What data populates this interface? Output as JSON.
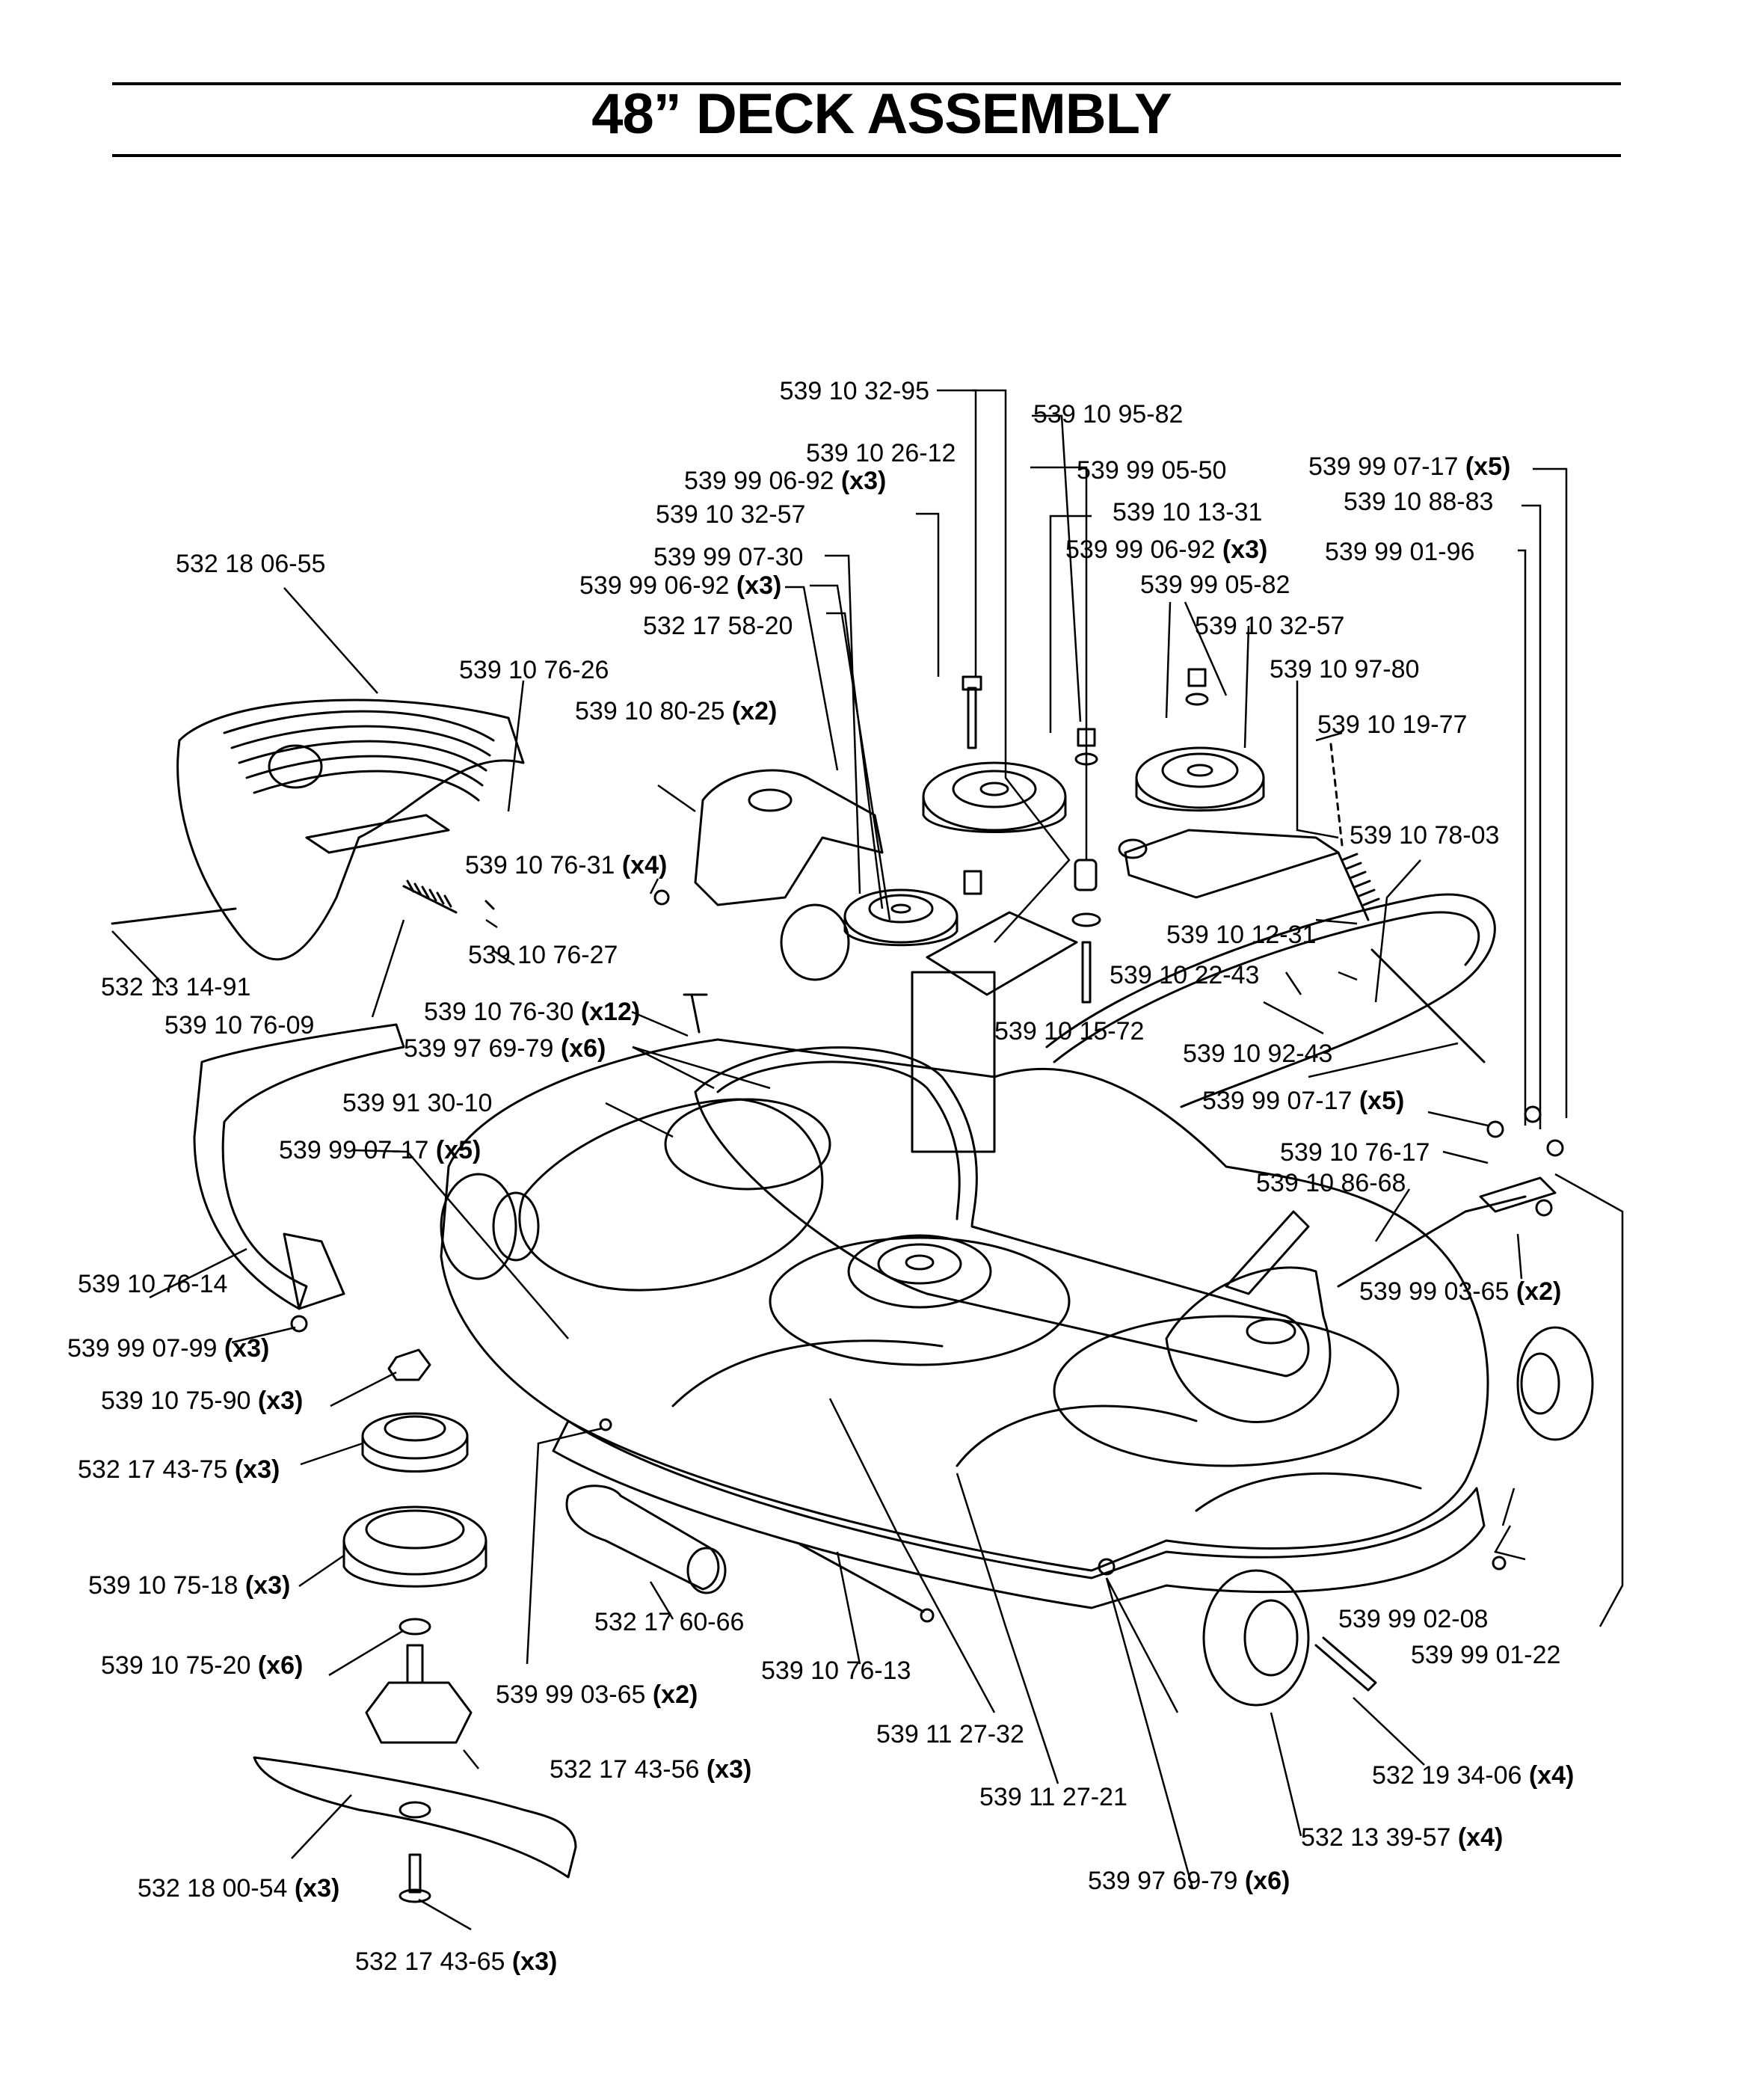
{
  "title": "48” DECK ASSEMBLY",
  "labels": [
    {
      "part": "539 10 32-95",
      "qty": ""
    },
    {
      "part": "539 10 95-82",
      "qty": ""
    },
    {
      "part": "539 10 26-12",
      "qty": ""
    },
    {
      "part": "539 99 06-92",
      "qty": "(x3)"
    },
    {
      "part": "539 99 05-50",
      "qty": ""
    },
    {
      "part": "539 99 07-17",
      "qty": "(x5)"
    },
    {
      "part": "539 10 88-83",
      "qty": ""
    },
    {
      "part": "539 10 32-57",
      "qty": ""
    },
    {
      "part": "539 10 13-31",
      "qty": ""
    },
    {
      "part": "539 99 07-30",
      "qty": ""
    },
    {
      "part": "539 99 06-92",
      "qty": "(x3)"
    },
    {
      "part": "539 99 01-96",
      "qty": ""
    },
    {
      "part": "532 18 06-55",
      "qty": ""
    },
    {
      "part": "539 99 06-92",
      "qty": "(x3)"
    },
    {
      "part": "539 99 05-82",
      "qty": ""
    },
    {
      "part": "532 17 58-20",
      "qty": ""
    },
    {
      "part": "539 10 32-57",
      "qty": ""
    },
    {
      "part": "539 10 76-26",
      "qty": ""
    },
    {
      "part": "539 10 97-80",
      "qty": ""
    },
    {
      "part": "539 10 80-25",
      "qty": "(x2)"
    },
    {
      "part": "539 10 19-77",
      "qty": ""
    },
    {
      "part": "539 10 78-03",
      "qty": ""
    },
    {
      "part": "539 10 76-31",
      "qty": "(x4)"
    },
    {
      "part": "539 10 12-31",
      "qty": ""
    },
    {
      "part": "539 10 76-27",
      "qty": ""
    },
    {
      "part": "539 10 22-43",
      "qty": ""
    },
    {
      "part": "532 13 14-91",
      "qty": ""
    },
    {
      "part": "539 10 76-30",
      "qty": "(x12)"
    },
    {
      "part": "539 10 76-09",
      "qty": ""
    },
    {
      "part": "539 10 15-72",
      "qty": ""
    },
    {
      "part": "539 97 69-79",
      "qty": "(x6)"
    },
    {
      "part": "539 10 92-43",
      "qty": ""
    },
    {
      "part": "539 99 07-17",
      "qty": "(x5)"
    },
    {
      "part": "539 91 30-10",
      "qty": ""
    },
    {
      "part": "539 99 07-17",
      "qty": "(x5)"
    },
    {
      "part": "539 10 76-17",
      "qty": ""
    },
    {
      "part": "539 10 86-68",
      "qty": ""
    },
    {
      "part": "539 10 76-14",
      "qty": ""
    },
    {
      "part": "539 99 03-65",
      "qty": "(x2)"
    },
    {
      "part": "539 99 07-99",
      "qty": "(x3)"
    },
    {
      "part": "539 10 75-90",
      "qty": "(x3)"
    },
    {
      "part": "532 17 43-75",
      "qty": "(x3)"
    },
    {
      "part": "539 10 75-18",
      "qty": "(x3)"
    },
    {
      "part": "532 17 60-66",
      "qty": ""
    },
    {
      "part": "539 99 02-08",
      "qty": ""
    },
    {
      "part": "539 99 01-22",
      "qty": ""
    },
    {
      "part": "539 10 75-20",
      "qty": "(x6)"
    },
    {
      "part": "539 10 76-13",
      "qty": ""
    },
    {
      "part": "539 99 03-65",
      "qty": "(x2)"
    },
    {
      "part": "539 11 27-32",
      "qty": ""
    },
    {
      "part": "532 17 43-56",
      "qty": "(x3)"
    },
    {
      "part": "532 19 34-06",
      "qty": "(x4)"
    },
    {
      "part": "539 11 27-21",
      "qty": ""
    },
    {
      "part": "532 13 39-57",
      "qty": "(x4)"
    },
    {
      "part": "532 18 00-54",
      "qty": "(x3)"
    },
    {
      "part": "539 97 69-79",
      "qty": "(x6)"
    },
    {
      "part": "532 17 43-65",
      "qty": "(x3)"
    }
  ]
}
